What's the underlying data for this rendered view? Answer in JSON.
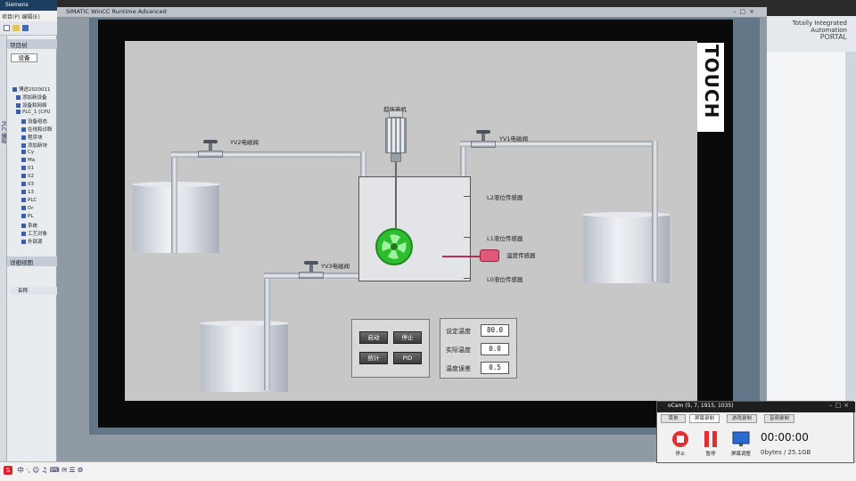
{
  "tia_left": {
    "title": "Siemens",
    "menu": "项目(P)  编辑(E)",
    "section_project_tree": "项目树",
    "tab_devices": "设备",
    "vertical_tab": "PLC 编程",
    "tree": [
      "博途2020011",
      "添加新设备",
      "设备和网络",
      "PLC_1 [CPU",
      "设备组态",
      "在线和诊断",
      "程序块",
      "添加新块",
      "Cy",
      "Ma",
      "01",
      "02",
      "03",
      "13",
      "PLC",
      "Dr",
      "PL",
      "系统",
      "工艺对象",
      "外部源"
    ],
    "section_details": "详细视图",
    "details_col": "名称"
  },
  "tia_right": {
    "brand_line1": "Totally Integrated Automation",
    "brand_line2": "PORTAL"
  },
  "runtime": {
    "window_title": "SIMATIC WinCC Runtime Advanced",
    "panel_brand": "TOUCH"
  },
  "hmi": {
    "motor_label": "搅拌电机",
    "valve_yv2": "YV2电磁阀",
    "valve_yv1": "YV1电磁阀",
    "valve_yv3": "YV3电磁阀",
    "sensor_l2": "L2液位传感器",
    "sensor_l1": "L1液位传感器",
    "sensor_temp": "温度传感器",
    "sensor_l0": "L0液位传感器",
    "buttons": {
      "start": "启动",
      "stop": "停止",
      "count": "统计",
      "pid": "PID"
    },
    "params": {
      "set_temp_label": "设定温度",
      "set_temp_value": "80.0",
      "actual_temp_label": "实际温度",
      "actual_temp_value": "0.0",
      "temp_error_label": "温度误差",
      "temp_error_value": "0.5"
    }
  },
  "taskbar": {
    "items": "中 ·, ☺ ♫ ⌨ ✉ ☰ ⚙"
  },
  "ocam": {
    "title": "oCam (5, 7, 1915, 1035)",
    "tabs": [
      "菜单",
      "屏幕录制",
      "游戏录制",
      "音频录制"
    ],
    "btn_stop": "停止",
    "btn_pause": "暂停",
    "btn_screen": "屏幕调整",
    "timer": "00:00:00",
    "size": "0bytes / 25.1GB"
  },
  "colors": {
    "hmi_bg": "#c7c7c7",
    "fan_green": "#2ebd2e",
    "titlebar_dark": "#1c3f5f"
  }
}
